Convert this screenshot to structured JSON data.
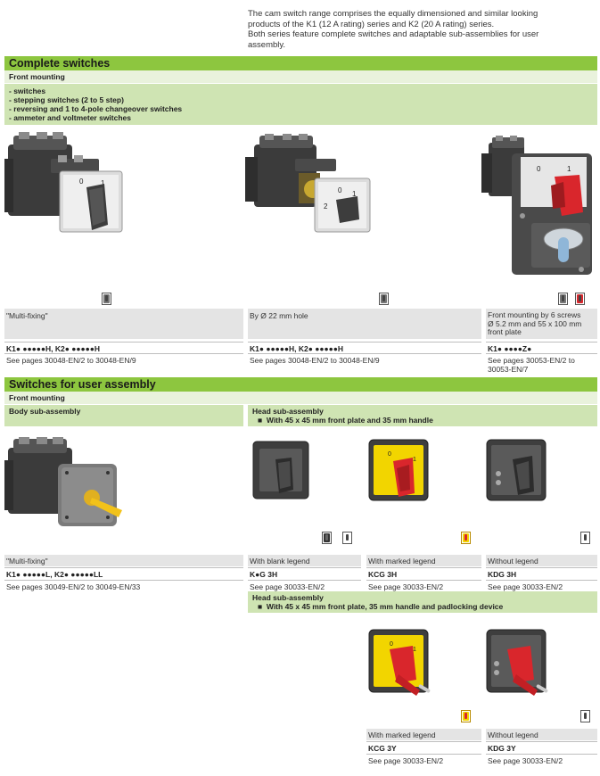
{
  "intro": {
    "line1": "The cam switch range comprises the equally dimensioned and similar looking",
    "line2": "products of the K1 (12 A rating) series and K2 (20 A rating) series.",
    "line3": "Both series feature complete switches and adaptable sub-assemblies for user",
    "line4": "assembly."
  },
  "colors": {
    "green_bar": "#8dc63f",
    "light_green": "#cfe4b3",
    "gray_row": "#e4e4e4",
    "red_handle": "#d9262c",
    "yellow_plate": "#f2d500"
  },
  "complete": {
    "title": "Complete switches",
    "subtitle": "Front mounting",
    "bullets": [
      "- switches",
      "- stepping switches (2 to 5 step)",
      "- reversing and 1 to 4-pole changeover switches",
      "- ammeter and voltmeter switches"
    ],
    "items": [
      {
        "desc": "\"Multi-fixing\"",
        "ref": "K1● ●●●●●H, K2● ●●●●●H",
        "pages": "See pages 30048-EN/2 to 30048-EN/9"
      },
      {
        "desc": "By Ø 22 mm hole",
        "ref": "K1● ●●●●●H, K2● ●●●●●H",
        "pages": "See pages 30048-EN/2 to 30048-EN/9"
      },
      {
        "desc1": "Front mounting by 6 screws",
        "desc2": "Ø 5.2 mm and 55 x 100 mm",
        "desc3": "front plate",
        "ref": "K1● ●●●●Z●",
        "pages1": "See pages 30053-EN/2 to",
        "pages2": "30053-EN/7"
      }
    ],
    "dial_labels": {
      "zero": "0",
      "one": "1",
      "two": "2"
    }
  },
  "user": {
    "title": "Switches for user assembly",
    "subtitle": "Front mounting",
    "body_label": "Body sub-assembly",
    "head1_label": "Head sub-assembly",
    "head1_bullet": "With 45 x 45 mm front plate and 35 mm handle",
    "head2_label": "Head sub-assembly",
    "head2_bullet": "With 45 x 45 mm front plate, 35 mm handle and padlocking device",
    "bullet_mark": "■",
    "body": {
      "desc": "\"Multi-fixing\"",
      "ref": "K1● ●●●●●L, K2● ●●●●●LL",
      "pages": "See pages 30049-EN/2 to 30049-EN/33"
    },
    "heads1": [
      {
        "desc": "With blank legend",
        "ref": "K●G 3H",
        "pages": "See page 30033-EN/2"
      },
      {
        "desc": "With marked legend",
        "ref": "KCG 3H",
        "pages": "See page 30033-EN/2"
      },
      {
        "desc": "Without legend",
        "ref": "KDG 3H",
        "pages": "See page 30033-EN/2"
      }
    ],
    "heads2": [
      {
        "desc": "With marked legend",
        "ref": "KCG 3Y",
        "pages": "See page 30033-EN/2"
      },
      {
        "desc": "Without legend",
        "ref": "KDG 3Y",
        "pages": "See page 30033-EN/2"
      }
    ],
    "plate_labels": {
      "zero": "0",
      "one": "1"
    }
  }
}
